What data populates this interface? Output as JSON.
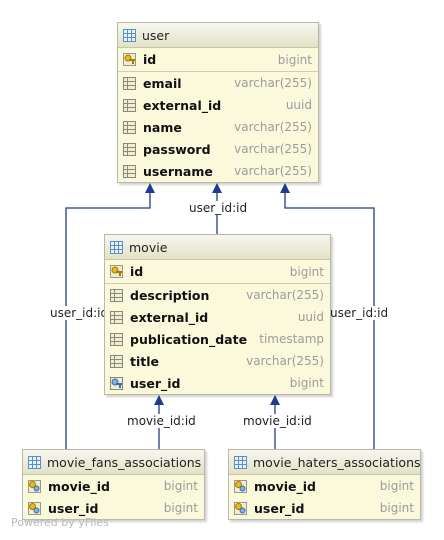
{
  "tables": {
    "user": {
      "name": "user",
      "columns": [
        {
          "name": "id",
          "type": "bigint",
          "icon": "primary-key-icon"
        },
        {
          "name": "email",
          "type": "varchar(255)",
          "icon": "column-icon"
        },
        {
          "name": "external_id",
          "type": "uuid",
          "icon": "column-icon"
        },
        {
          "name": "name",
          "type": "varchar(255)",
          "icon": "column-icon"
        },
        {
          "name": "password",
          "type": "varchar(255)",
          "icon": "column-icon"
        },
        {
          "name": "username",
          "type": "varchar(255)",
          "icon": "column-icon"
        }
      ]
    },
    "movie": {
      "name": "movie",
      "columns": [
        {
          "name": "id",
          "type": "bigint",
          "icon": "primary-key-icon"
        },
        {
          "name": "description",
          "type": "varchar(255)",
          "icon": "column-icon"
        },
        {
          "name": "external_id",
          "type": "uuid",
          "icon": "column-icon"
        },
        {
          "name": "publication_date",
          "type": "timestamp",
          "icon": "column-icon"
        },
        {
          "name": "title",
          "type": "varchar(255)",
          "icon": "column-icon"
        },
        {
          "name": "user_id",
          "type": "bigint",
          "icon": "foreign-key-icon"
        }
      ]
    },
    "fans": {
      "name": "movie_fans_associations",
      "columns": [
        {
          "name": "movie_id",
          "type": "bigint",
          "icon": "primary-foreign-key-icon"
        },
        {
          "name": "user_id",
          "type": "bigint",
          "icon": "primary-foreign-key-icon"
        }
      ]
    },
    "haters": {
      "name": "movie_haters_associations",
      "columns": [
        {
          "name": "movie_id",
          "type": "bigint",
          "icon": "primary-foreign-key-icon"
        },
        {
          "name": "user_id",
          "type": "bigint",
          "icon": "primary-foreign-key-icon"
        }
      ]
    }
  },
  "relations": {
    "movie_user": "user_id:id",
    "fans_user": "user_id:id",
    "haters_user": "user_id:id",
    "fans_movie": "movie_id:id",
    "haters_movie": "movie_id:id"
  },
  "footer": "Powered by yFiles",
  "colors": {
    "table_bg": "#fbf9dc",
    "edge": "#1f3b8c",
    "table_icon": "#5d8fc7",
    "key_icon": "#d4a017"
  }
}
